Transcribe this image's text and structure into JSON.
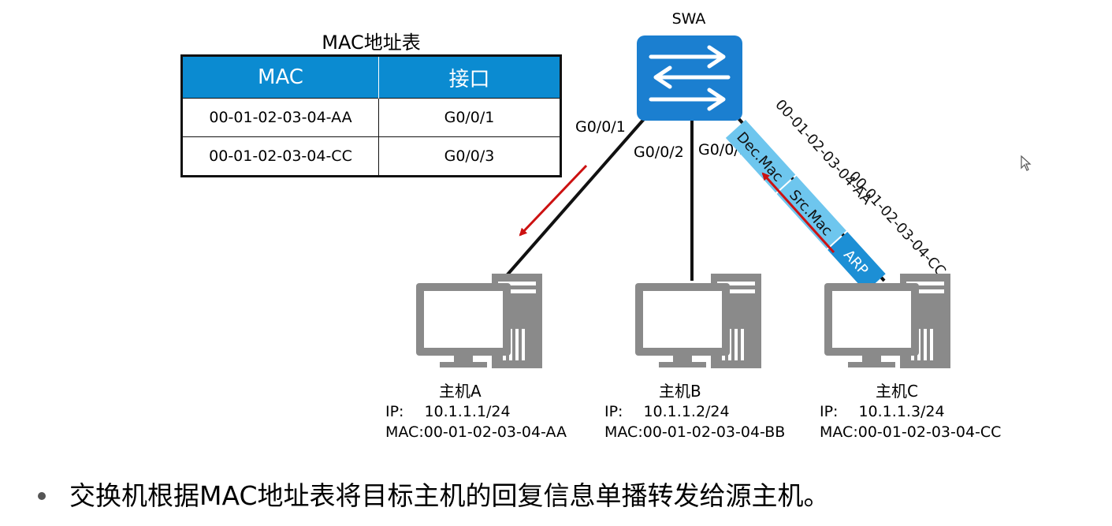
{
  "mac_table": {
    "title": "MAC地址表",
    "headers": [
      "MAC",
      "接口"
    ],
    "rows": [
      {
        "mac": "00-01-02-03-04-AA",
        "port": "G0/0/1"
      },
      {
        "mac": "00-01-02-03-04-CC",
        "port": "G0/0/3"
      }
    ]
  },
  "switch": {
    "name": "SWA"
  },
  "ports": {
    "p1": "G0/0/1",
    "p2": "G0/0/2",
    "p3": "G0/0/3"
  },
  "frame": {
    "fields": [
      "Dec.Mac",
      "Src.Mac",
      "ARP"
    ],
    "dst_mac": "00-01-02-03-04-AA",
    "src_mac": "00-01-02-03-04-CC",
    "color": "#6ec6ee",
    "color_dark": "#1c8fd5"
  },
  "hosts": [
    {
      "name": "主机A",
      "ip_label": "IP:",
      "ip": "10.1.1.1/24",
      "mac": "MAC:00-01-02-03-04-AA"
    },
    {
      "name": "主机B",
      "ip_label": "IP:",
      "ip": "10.1.1.2/24",
      "mac": "MAC:00-01-02-03-04-BB"
    },
    {
      "name": "主机C",
      "ip_label": "IP:",
      "ip": "10.1.1.3/24",
      "mac": "MAC:00-01-02-03-04-CC"
    }
  ],
  "note": "交换机根据MAC地址表将目标主机的回复信息单播转发给源主机。",
  "colors": {
    "header_blue": "#0b8bd1",
    "switch_blue": "#1b7fd0",
    "arrow_red": "#cc1111",
    "pc_gray": "#8a8a8a"
  }
}
